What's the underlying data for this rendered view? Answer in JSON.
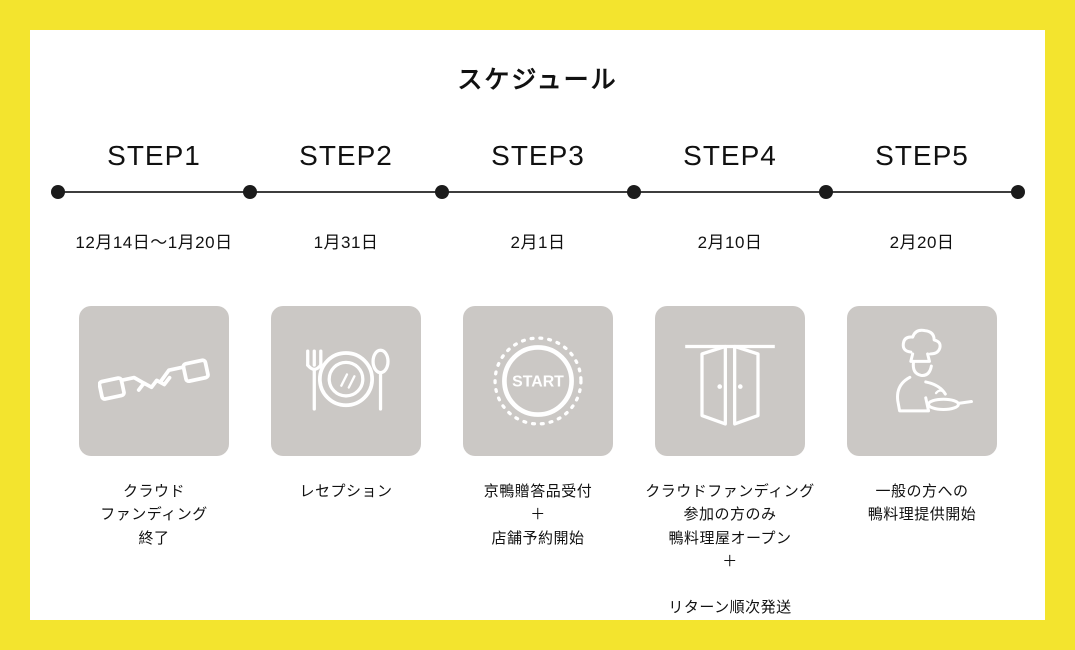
{
  "title": "スケジュール",
  "colors": {
    "frame": "#F3E42E",
    "card": "#CBC8C5",
    "line": "#3d3d3d",
    "dot": "#1b1b1b",
    "icon_stroke": "#ffffff"
  },
  "steps": [
    {
      "label": "STEP1",
      "date": "12月14日〜1月20日",
      "icon": "handshake-icon",
      "description": "クラウド\nファンディング\n終了"
    },
    {
      "label": "STEP2",
      "date": "1月31日",
      "icon": "table-setting-icon",
      "description": "レセプション"
    },
    {
      "label": "STEP3",
      "date": "2月1日",
      "icon": "start-badge-icon",
      "icon_text": "START",
      "description": "京鴨贈答品受付\n＋\n店舗予約開始"
    },
    {
      "label": "STEP4",
      "date": "2月10日",
      "icon": "open-doors-icon",
      "description": "クラウドファンディング\n参加の方のみ\n鴨料理屋オープン\n＋\n\nリターン順次発送"
    },
    {
      "label": "STEP5",
      "date": "2月20日",
      "icon": "chef-cooking-icon",
      "description": "一般の方への\n鴨料理提供開始"
    }
  ]
}
